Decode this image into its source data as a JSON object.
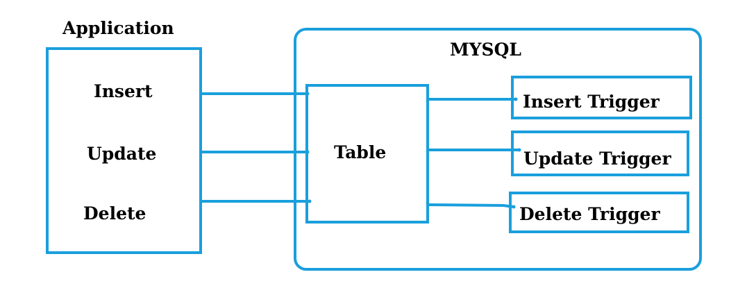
{
  "application": {
    "title": "Application",
    "operations": [
      "Insert",
      "Update",
      "Delete"
    ]
  },
  "mysql": {
    "title": "MYSQL",
    "table_label": "Table",
    "triggers": [
      "Insert Trigger",
      "Update Trigger",
      "Delete Trigger"
    ]
  },
  "colors": {
    "stroke": "#1a9fdc",
    "text": "#000000",
    "background": "#ffffff"
  }
}
